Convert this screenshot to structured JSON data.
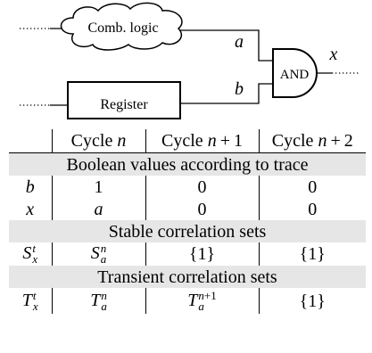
{
  "diagram": {
    "comb_logic": "Comb. logic",
    "register": "Register",
    "and_gate": "AND",
    "signal_a": "a",
    "signal_b": "b",
    "signal_x": "x"
  },
  "table": {
    "header": [
      {
        "text": "Cycle",
        "var": "n"
      },
      {
        "text": "Cycle",
        "var": "n",
        "op": "+",
        "num": "1"
      },
      {
        "text": "Cycle",
        "var": "n",
        "op": "+",
        "num": "2"
      }
    ],
    "sections": [
      {
        "title": "Boolean values according to trace",
        "rows": [
          {
            "label": {
              "base": "b"
            },
            "cells": [
              {
                "text": "1"
              },
              {
                "text": "0"
              },
              {
                "text": "0"
              }
            ]
          },
          {
            "label": {
              "base": "x"
            },
            "cells": [
              {
                "base": "a"
              },
              {
                "text": "0"
              },
              {
                "text": "0"
              }
            ]
          }
        ]
      },
      {
        "title": "Stable correlation sets",
        "rows": [
          {
            "label": {
              "base": "S",
              "sup": "t",
              "sub": "x"
            },
            "cells": [
              {
                "base": "S",
                "sup": "n",
                "sub": "a"
              },
              {
                "text": "{1}"
              },
              {
                "text": "{1}"
              }
            ]
          }
        ]
      },
      {
        "title": "Transient correlation sets",
        "rows": [
          {
            "label": {
              "base": "T",
              "sup": "t",
              "sub": "x"
            },
            "cells": [
              {
                "base": "T",
                "sup": "n",
                "sub": "a"
              },
              {
                "base": "T",
                "sup": "n",
                "sup_rest": "+1",
                "sub": "a"
              },
              {
                "text": "{1}"
              }
            ]
          }
        ]
      }
    ]
  }
}
